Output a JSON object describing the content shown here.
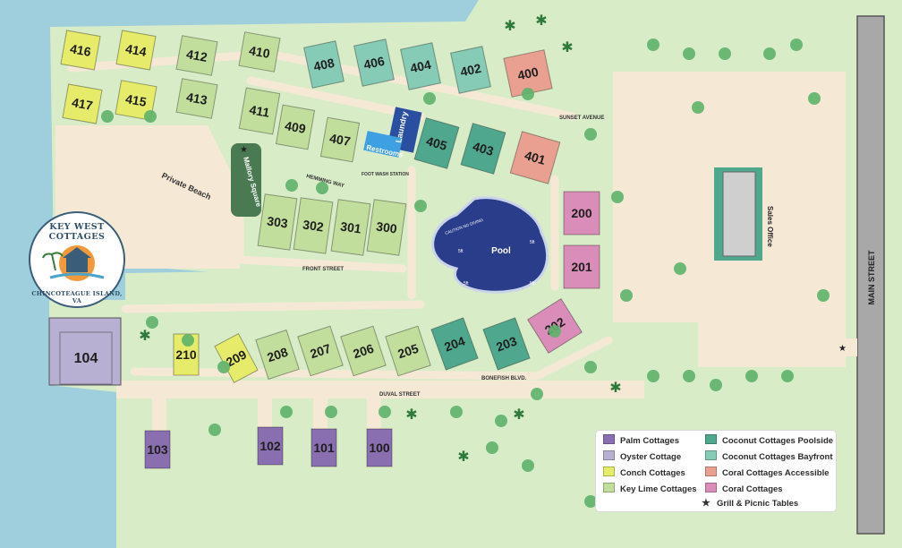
{
  "map": {
    "colors": {
      "water": "#9fcfdc",
      "land": "#d9ecc8",
      "sand": "#f5e9d6",
      "palm": "#8a6fb0",
      "oyster": "#b8b0d2",
      "conch": "#e6ec6a",
      "keylime": "#c2de9c",
      "poolside": "#4fa88d",
      "bayfront": "#85cbb6",
      "coral_access": "#e9a090",
      "coral": "#d98db8",
      "pool": "#2a3d8a"
    },
    "cottages": [
      {
        "num": "416",
        "type": "conch"
      },
      {
        "num": "414",
        "type": "conch"
      },
      {
        "num": "412",
        "type": "keylime"
      },
      {
        "num": "410",
        "type": "keylime"
      },
      {
        "num": "417",
        "type": "conch"
      },
      {
        "num": "415",
        "type": "conch"
      },
      {
        "num": "413",
        "type": "keylime"
      },
      {
        "num": "411",
        "type": "keylime"
      },
      {
        "num": "409",
        "type": "keylime"
      },
      {
        "num": "407",
        "type": "keylime"
      },
      {
        "num": "408",
        "type": "bayfront"
      },
      {
        "num": "406",
        "type": "bayfront"
      },
      {
        "num": "404",
        "type": "bayfront"
      },
      {
        "num": "402",
        "type": "bayfront"
      },
      {
        "num": "400",
        "type": "coral_access"
      },
      {
        "num": "405",
        "type": "poolside"
      },
      {
        "num": "403",
        "type": "poolside"
      },
      {
        "num": "401",
        "type": "coral_access"
      },
      {
        "num": "303",
        "type": "keylime"
      },
      {
        "num": "302",
        "type": "keylime"
      },
      {
        "num": "301",
        "type": "keylime"
      },
      {
        "num": "300",
        "type": "keylime"
      },
      {
        "num": "200",
        "type": "coral"
      },
      {
        "num": "201",
        "type": "coral"
      },
      {
        "num": "202",
        "type": "coral"
      },
      {
        "num": "204",
        "type": "poolside"
      },
      {
        "num": "203",
        "type": "poolside"
      },
      {
        "num": "210",
        "type": "conch"
      },
      {
        "num": "209",
        "type": "conch"
      },
      {
        "num": "208",
        "type": "keylime"
      },
      {
        "num": "207",
        "type": "keylime"
      },
      {
        "num": "206",
        "type": "keylime"
      },
      {
        "num": "205",
        "type": "keylime"
      },
      {
        "num": "104",
        "type": "oyster"
      },
      {
        "num": "103",
        "type": "palm"
      },
      {
        "num": "102",
        "type": "palm"
      },
      {
        "num": "101",
        "type": "palm"
      },
      {
        "num": "100",
        "type": "palm"
      }
    ],
    "labels": {
      "laundry": "Laundry",
      "restrooms": "Restrooms",
      "foot_wash": "FOOT WASH STATION",
      "mallory": "Mallory Square",
      "private_beach": "Private Beach",
      "hemming": "HEMMING WAY",
      "sunset": "SUNSET AVENUE",
      "front": "FRONT STREET",
      "bonefish": "BONEFISH BLVD.",
      "duval": "DUVAL STREET",
      "main": "MAIN STREET",
      "pool": "Pool",
      "pool_depth_a": "5ft",
      "pool_depth_b": "5ft",
      "pool_depth_c": "5ft",
      "pool_depth_d": "5ft",
      "pool_sign": "CAUTION NO DIVING",
      "sales_office": "Sales Office"
    },
    "logo": {
      "name": "KEY WEST COTTAGES",
      "place": "CHINCOTEAGUE ISLAND, VA"
    }
  },
  "legend": {
    "items": [
      {
        "label": "Palm Cottages",
        "color": "#8a6fb0"
      },
      {
        "label": "Oyster Cottage",
        "color": "#b8b0d2"
      },
      {
        "label": "Conch Cottages",
        "color": "#e6ec6a"
      },
      {
        "label": "Key Lime Cottages",
        "color": "#c2de9c"
      },
      {
        "label": "Coconut Cottages Poolside",
        "color": "#4fa88d"
      },
      {
        "label": "Coconut Cottages Bayfront",
        "color": "#85cbb6"
      },
      {
        "label": "Coral Cottages Accessible",
        "color": "#e9a090"
      },
      {
        "label": "Coral Cottages",
        "color": "#d98db8"
      }
    ],
    "grill": "Grill & Picnic Tables"
  }
}
